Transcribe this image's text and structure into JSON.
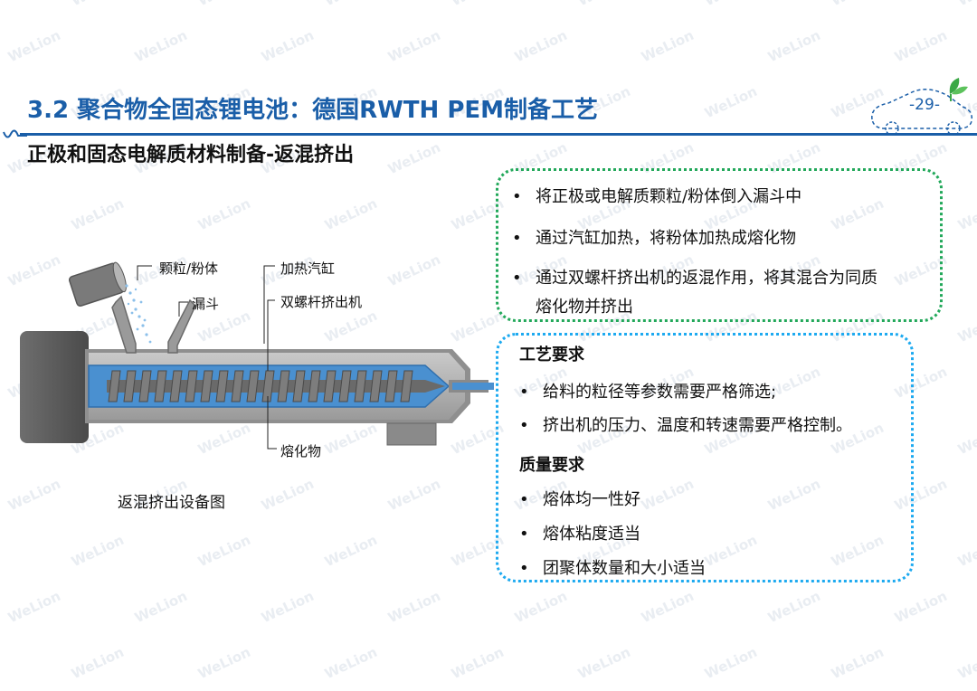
{
  "header": {
    "title": "3.2 聚合物全固态锂电池：德国RWTH PEM制备工艺",
    "subtitle": "正极和固态电解质材料制备-返混挤出",
    "page_number": "-29-"
  },
  "watermark": "WeLion",
  "diagram": {
    "labels": {
      "granules": "颗粒/粉体",
      "hopper": "漏斗",
      "heating_barrel": "加热汽缸",
      "twin_screw": "双螺杆挤出机",
      "melt": "熔化物"
    },
    "caption": "返混挤出设备图"
  },
  "process_steps": [
    "将正极或电解质颗粒/粉体倒入漏斗中",
    "通过汽缸加热，将粉体加热成熔化物",
    "通过双螺杆挤出机的返混作用，将其混合为同质",
    "熔化物并挤出"
  ],
  "requirements": {
    "process_title": "工艺要求",
    "process_items": [
      "给料的粒径等参数需要严格筛选;",
      "挤出机的压力、温度和转速需要严格控制。"
    ],
    "quality_title": "质量要求",
    "quality_items": [
      "熔体均一性好",
      "熔体粘度适当",
      "团聚体数量和大小适当"
    ]
  },
  "bullet_symbol": "•",
  "colors": {
    "title_blue": "#1a5ea8",
    "green_border": "#22a85a",
    "blue_border": "#1eaaf0",
    "melt_blue": "#4a90d0",
    "machine_gray": "#8a8a8a"
  }
}
